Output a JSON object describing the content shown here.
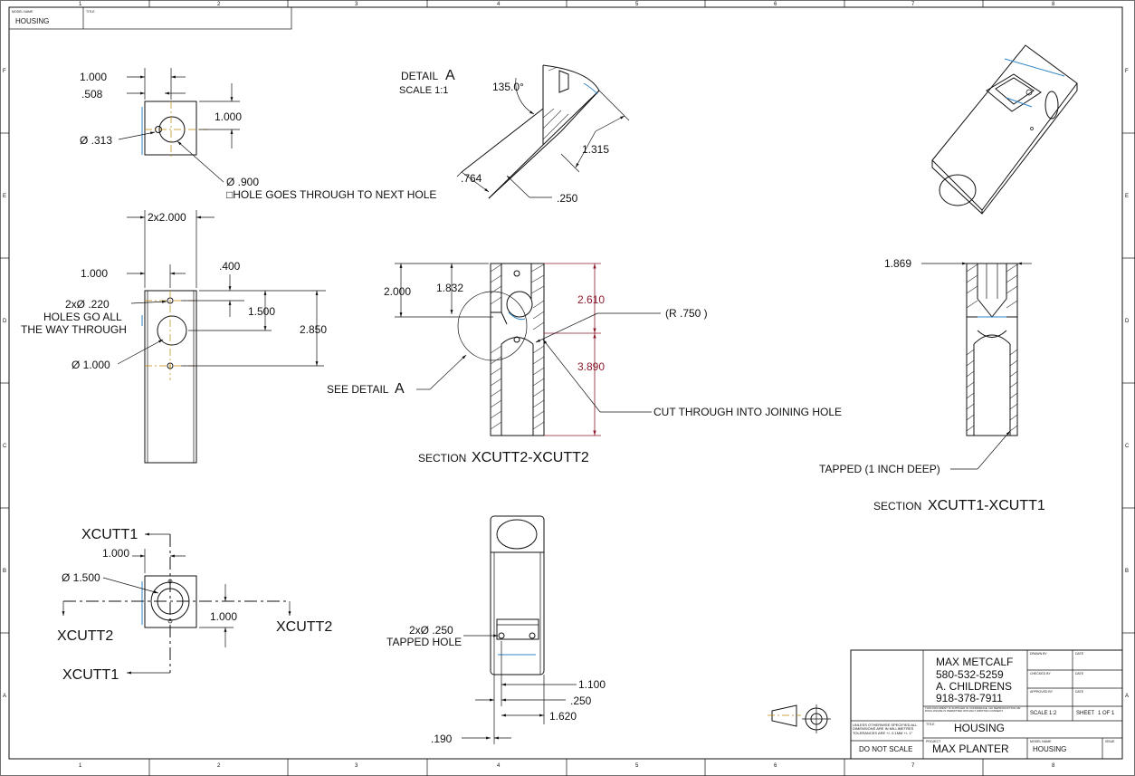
{
  "border": {
    "columns": [
      "1",
      "2",
      "3",
      "4",
      "5",
      "6",
      "7",
      "8"
    ],
    "rows": [
      "F",
      "E",
      "D",
      "C",
      "B",
      "A"
    ]
  },
  "header": {
    "model_name_label": "MODEL NAME",
    "model_name_value": "HOUSING",
    "title_label": "TITLE",
    "title_value": ""
  },
  "top_view": {
    "dim_width": "1.000",
    "dim_offset": ".508",
    "dim_height": "1.000",
    "dim_small_hole": "Ø .313",
    "dim_large_hole": "Ø .900",
    "note": "□HOLE GOES THROUGH TO NEXT HOLE"
  },
  "detail": {
    "title": "DETAIL",
    "letter": "A",
    "scale": "SCALE  1:1",
    "angle": "135.0°",
    "dim_a": ".764",
    "dim_b": "1.315",
    "dim_c": ".250"
  },
  "front_view": {
    "dim_spacing": "2x2.000",
    "dim_width": "1.000",
    "dim_top": ".400",
    "dim_center": "1.500",
    "dim_total": "2.850",
    "note_line1": "2xØ .220",
    "note_line2": "HOLES GO ALL",
    "note_line3": "THE WAY THROUGH",
    "dim_big_hole": "Ø 1.000"
  },
  "section2": {
    "dim_a": "2.000",
    "dim_b": "1.832",
    "dim_c": "2.610",
    "dim_d": "3.890",
    "radius": "(R .750  )",
    "see_detail": "SEE DETAIL",
    "see_detail_letter": "A",
    "cut_note": "CUT THROUGH INTO JOINING HOLE",
    "caption_prefix": "SECTION",
    "caption_name": "XCUTT2-XCUTT2"
  },
  "section1": {
    "dim_top": "1.869",
    "tapped_note": "TAPPED (1 INCH DEEP)",
    "caption_prefix": "SECTION",
    "caption_name": "XCUTT1-XCUTT1"
  },
  "bottom_view": {
    "cut1_top": "XCUTT1",
    "cut1_bottom": "XCUTT1",
    "cut2_left": "XCUTT2",
    "cut2_right": "XCUTT2",
    "dim_width": "1.000",
    "dim_hole": "Ø 1.500",
    "dim_height": "1.000"
  },
  "side_view": {
    "note_line1": "2xØ .250",
    "note_line2": "TAPPED HOLE",
    "dim_a": "1.100",
    "dim_b": ".250",
    "dim_c": "1.620",
    "dim_d": ".190"
  },
  "title_block": {
    "names": [
      "MAX METCALF",
      "580-532-5259",
      "A. CHILDRENS",
      "918-378-7911"
    ],
    "drawn_by": "DRAWN BY",
    "checked_by": "CHECKED BY",
    "approved_by": "APPROVED BY",
    "date": "DATE",
    "scale_label": "SCALE",
    "scale_value": "1:2",
    "sheet_label": "SHEET",
    "sheet_value": "1 OF 1",
    "title_label": "TITLE",
    "title_value": "HOUSING",
    "project_label": "PROJECT",
    "project_value": "MAX PLANTER",
    "model_label": "MODEL NAME",
    "model_value": "HOUSING",
    "issue_label": "ISSUE",
    "do_not_scale": "DO NOT SCALE",
    "unless_note": "UNLESS OTHERWISE SPECIFIED ALL DIMENSIONS ARE IN MILLIMETRES TOLERANCES ARE +/- 0.1MM +/- 1°",
    "legal_note": "THIS DOCUMENT IS SUPPLIED IN CONFIDENCE. NO REPRODUCTION OR DISCLOSURE IS PERMITTED WITHOUT WRITTEN CONSENT."
  },
  "colors": {
    "line": "#111111",
    "centerline": "#b8860b",
    "accent_blue": "#2f86c8",
    "dim_red": "#8b1a2b"
  }
}
